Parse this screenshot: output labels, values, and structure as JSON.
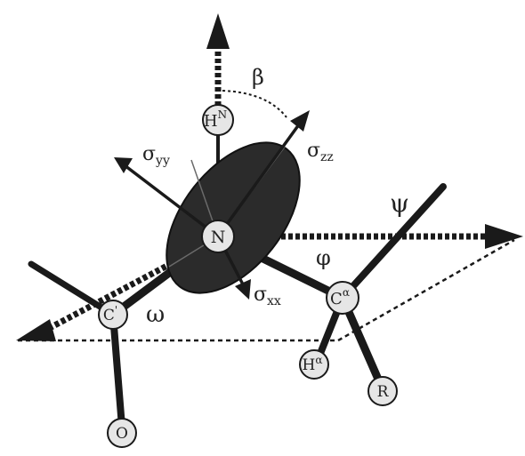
{
  "diagram": {
    "atoms": {
      "amide_h": {
        "base": "H",
        "sup": "N"
      },
      "nitrogen": {
        "base": "N",
        "sup": ""
      },
      "carbonyl_c": {
        "base": "C",
        "sup": "'"
      },
      "alpha_c": {
        "base": "C",
        "sup": "α"
      },
      "alpha_h": {
        "base": "H",
        "sup": "α"
      },
      "side_chain": {
        "base": "R",
        "sup": ""
      },
      "oxygen": {
        "base": "O",
        "sup": ""
      }
    },
    "tensor_labels": {
      "sigma_yy": {
        "base": "σ",
        "sub": "yy"
      },
      "sigma_zz": {
        "base": "σ",
        "sub": "zz"
      },
      "sigma_xx": {
        "base": "σ",
        "sub": "xx"
      }
    },
    "angles": {
      "beta": "β",
      "psi": "ψ",
      "phi": "φ",
      "omega": "ω"
    },
    "colors": {
      "ellipsoid": "#2b2b2b",
      "ink": "#1a1a1a",
      "atom_fill": "#e6e6e6"
    }
  }
}
